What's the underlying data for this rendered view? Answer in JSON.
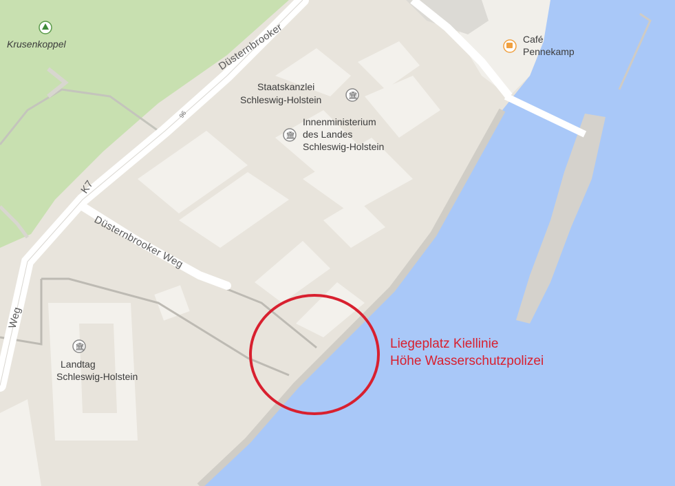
{
  "map": {
    "pois": {
      "park": {
        "name": "Krusenkoppel",
        "icon": "tree-icon"
      },
      "cafe": {
        "line1": "Café",
        "line2": "Pennekamp",
        "icon": "coffee-cup-icon"
      },
      "staatskanzlei": {
        "line1": "Staatskanzlei",
        "line2": "Schleswig-Holstein",
        "icon": "government-building-icon"
      },
      "innenministerium": {
        "line1": "Innenministerium",
        "line2": "des Landes",
        "line3": "Schleswig-Holstein",
        "icon": "government-building-icon"
      },
      "landtag": {
        "line1": "Landtag",
        "line2": "Schleswig-Holstein",
        "icon": "government-building-icon"
      }
    },
    "roads": {
      "main_road": "Düsternbrooker",
      "side_road": "Düsternbrooker Weg",
      "route_code": "K7",
      "house_number": "96",
      "edge_road_fragment": "Weg"
    },
    "annotation": {
      "line1": "Liegeplatz Kiellinie",
      "line2": "Höhe Wasserschutzpolizei",
      "color": "#d8202f"
    },
    "colors": {
      "land": "#e8e4dc",
      "park": "#c8e0b0",
      "water": "#a9c8f8",
      "building": "#f3f1ec",
      "road": "#ffffff"
    }
  }
}
